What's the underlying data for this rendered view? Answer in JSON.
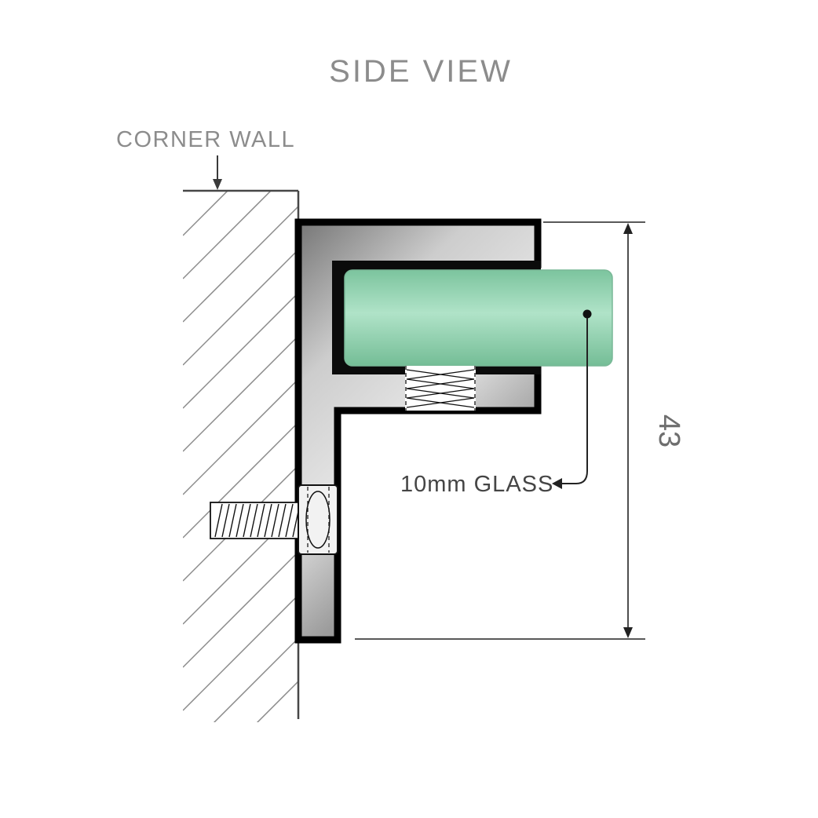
{
  "title": "SIDE VIEW",
  "labels": {
    "corner_wall": "CORNER WALL",
    "glass_note": "10mm GLASS",
    "dimension_value": "43"
  },
  "colors": {
    "label_gray": "#8c8c8c",
    "note_dark": "#454545",
    "dimension_gray": "#6e6e6e",
    "glass_top": "#7cc49e",
    "glass_mid": "#b0e3c8",
    "glass_bottom": "#74bd96",
    "outline_black": "#000000"
  }
}
